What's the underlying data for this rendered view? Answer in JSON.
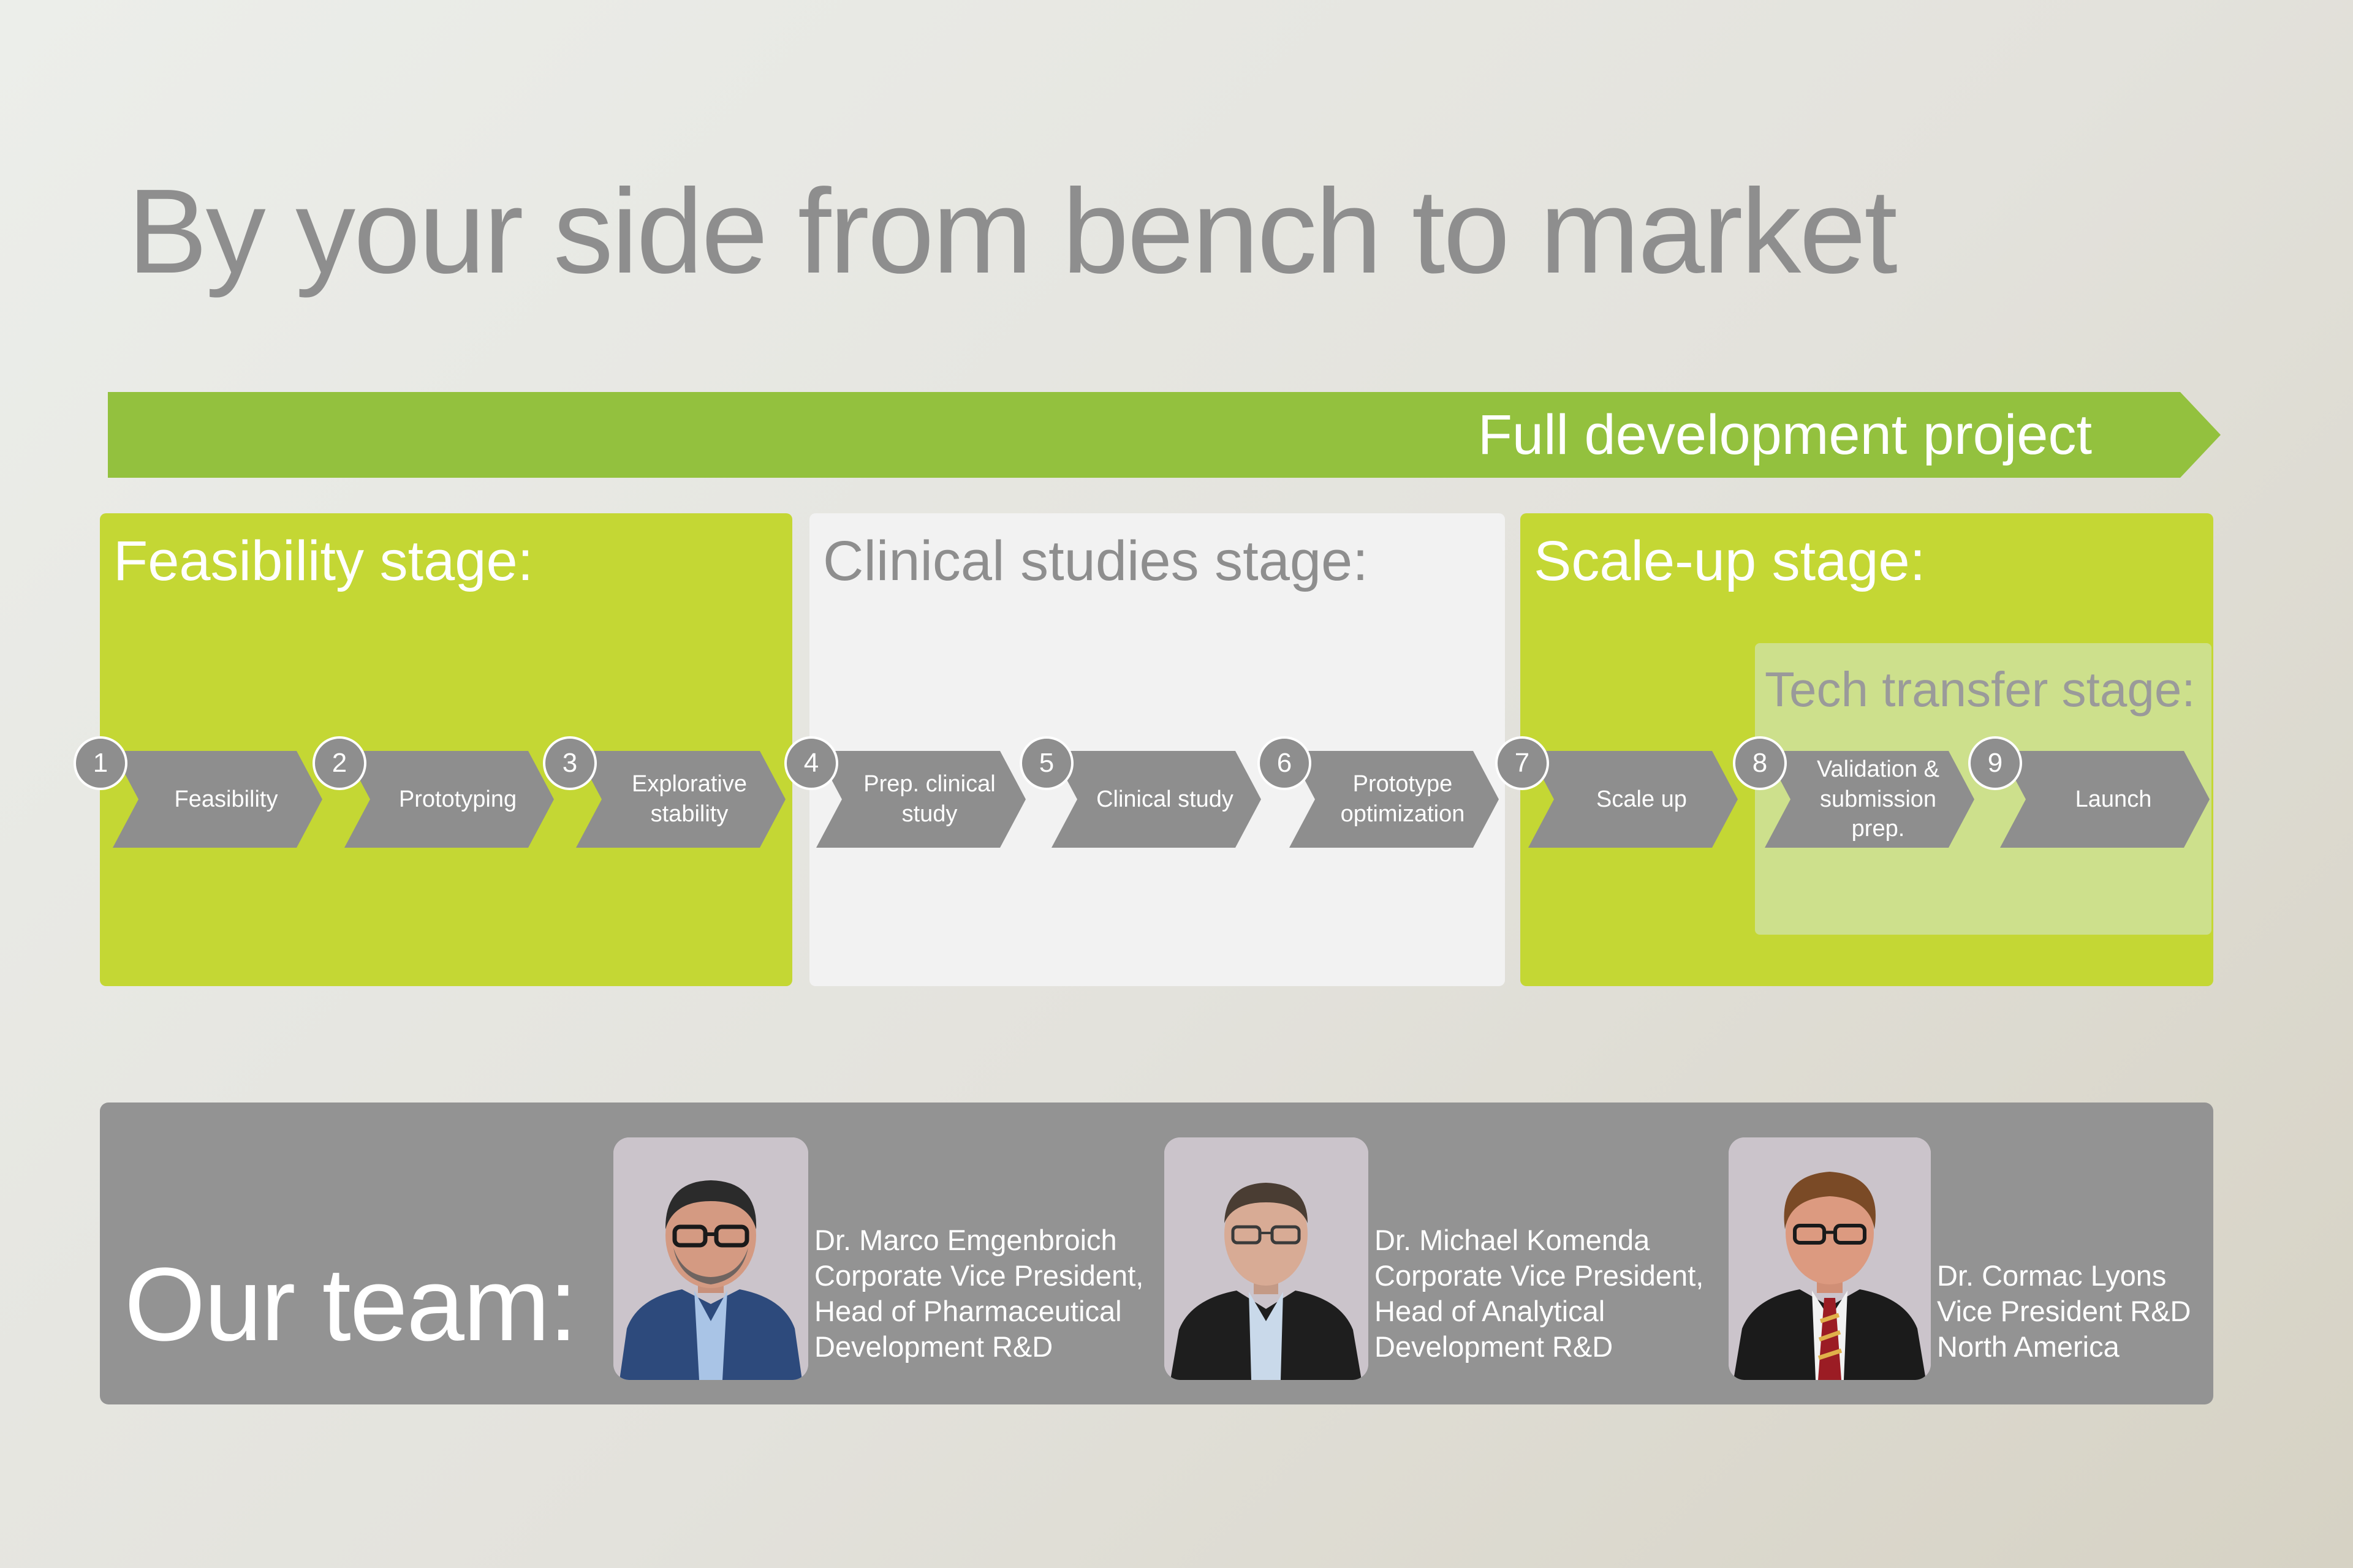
{
  "title": "By your side from bench to market",
  "banner": {
    "label": "Full development project"
  },
  "stages": {
    "feasibility": "Feasibility stage:",
    "clinical": "Clinical studies stage:",
    "scaleup": "Scale-up stage:",
    "techtransfer": "Tech transfer stage:"
  },
  "steps": [
    {
      "number": "1",
      "label": "Feasibility"
    },
    {
      "number": "2",
      "label": "Prototyping"
    },
    {
      "number": "3",
      "label": "Explorative\nstability"
    },
    {
      "number": "4",
      "label": "Prep. clinical\nstudy"
    },
    {
      "number": "5",
      "label": "Clinical study"
    },
    {
      "number": "6",
      "label": "Prototype\noptimization"
    },
    {
      "number": "7",
      "label": "Scale up"
    },
    {
      "number": "8",
      "label": "Validation &\nsubmission\nprep."
    },
    {
      "number": "9",
      "label": "Launch"
    }
  ],
  "team": {
    "label": "Our team:",
    "members": [
      {
        "name": "Dr. Marco Emgenbroich",
        "lines": [
          "Corporate Vice President,",
          "Head of Pharmaceutical",
          "Development R&D"
        ]
      },
      {
        "name": "Dr. Michael Komenda",
        "lines": [
          "Corporate Vice President,",
          "Head of Analytical",
          "Development R&D"
        ]
      },
      {
        "name": "Dr. Cormac Lyons",
        "lines": [
          "Vice President R&D",
          "North America"
        ]
      }
    ]
  },
  "colors": {
    "green_banner": "#93c13e",
    "lime_stage": "#c4d734",
    "light_stage": "#f2f2f2",
    "tech_stage": "#cde08c",
    "grey": "#8e8e8e"
  }
}
